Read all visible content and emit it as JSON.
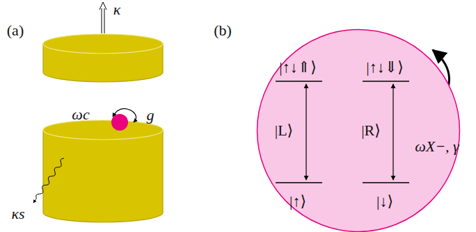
{
  "diagram": {
    "nodes": [
      {
        "text": [
          "|↑↓⇑⟩",
          "|↑↓⇓⟩",
          "|↑⟩",
          "|↓⟩",
          "|L⟩",
          "|R⟩"
        ]
      }
    ],
    "labels": [
      "(a)",
      "(b)",
      "κ",
      "ωc",
      "g",
      "κs",
      "ωX−, γ"
    ]
  }
}
